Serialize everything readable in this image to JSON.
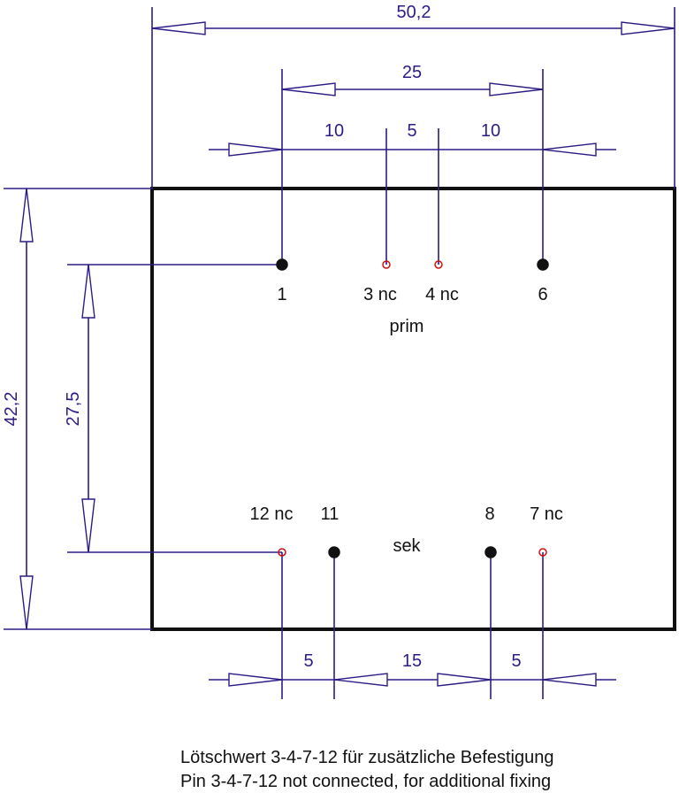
{
  "dimensions": {
    "total_width": "50,2",
    "outer_pin_spacing": "25",
    "prim_seg_left": "10",
    "prim_seg_mid": "5",
    "prim_seg_right": "10",
    "total_height": "42,2",
    "row_spacing": "27,5",
    "sek_seg_left": "5",
    "sek_seg_mid": "15",
    "sek_seg_right": "5"
  },
  "pins": {
    "p1": "1",
    "p3": "3 nc",
    "p4": "4 nc",
    "p6": "6",
    "p12": "12 nc",
    "p11": "11",
    "p8": "8",
    "p7": "7 nc"
  },
  "labels": {
    "primary": "prim",
    "secondary": "sek"
  },
  "notes": {
    "german": "Lötschwert 3-4-7-12 für zusätzliche Befestigung",
    "english": "Pin 3-4-7-12 not connected, for additional fixing"
  },
  "colors": {
    "dimension": "#2d1c86",
    "outline": "#111111",
    "nc_pin": "#d01010"
  }
}
